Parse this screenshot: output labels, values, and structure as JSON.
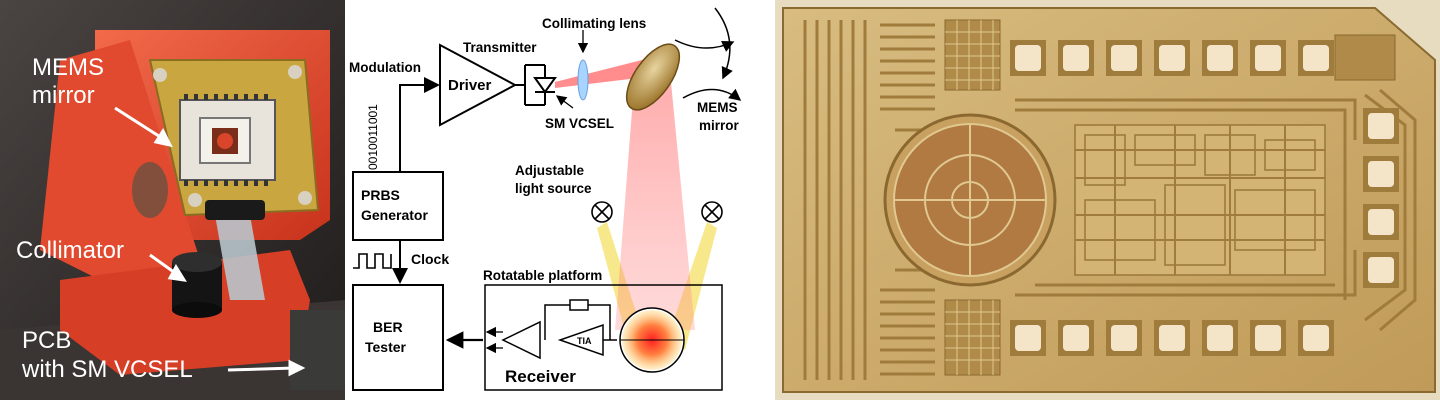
{
  "photo": {
    "labels": {
      "mems_line1": "MEMS",
      "mems_line2": "mirror",
      "collimator": "Collimator",
      "pcb_line1": "PCB",
      "pcb_line2": "with SM VCSEL"
    }
  },
  "schematic": {
    "transmitter": "Transmitter",
    "collimating_lens": "Collimating lens",
    "modulation": "Modulation",
    "driver": "Driver",
    "bitstream": "0010011001",
    "sm_vcsel": "SM VCSEL",
    "mems_line1": "MEMS",
    "mems_line2": "mirror",
    "adjustable_line1": "Adjustable",
    "adjustable_line2": "light source",
    "prbs_line1": "PRBS",
    "prbs_line2": "Generator",
    "clock": "Clock",
    "rotatable_platform": "Rotatable platform",
    "ber_line1": "BER",
    "ber_line2": "Tester",
    "tia": "TIA",
    "receiver": "Receiver"
  },
  "colors": {
    "red_mount": "#e8452c",
    "pcb_gold": "#c9a640",
    "laser_red": "#ff3b30",
    "light_yellow": "#f3e05a",
    "chip_gold": "#c8a45a",
    "chip_bg": "#e8dcc0"
  }
}
